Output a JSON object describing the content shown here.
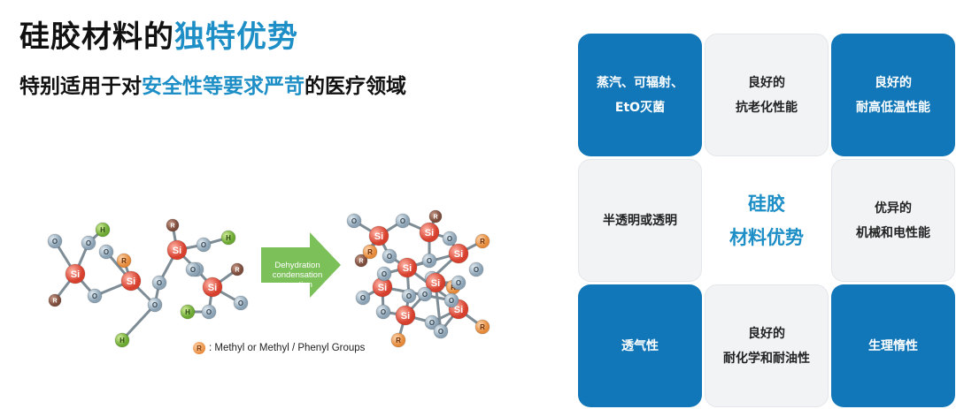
{
  "header": {
    "title_main": "硅胶材料的",
    "title_accent": "独特优势",
    "subtitle_pre": "特别适用于对",
    "subtitle_accent": "安全性等要求严苛",
    "subtitle_post": "的医疗领域"
  },
  "diagram": {
    "arrow_text": [
      "Dehydration",
      "condensation",
      "reaction"
    ],
    "legend_symbol": "R",
    "legend_text": ": Methyl or Methyl / Phenyl Groups",
    "atom_labels": {
      "silicon": "Si",
      "hydrogen": "H",
      "oxygen": "O",
      "r_group": "R"
    }
  },
  "advantages": {
    "cells": [
      {
        "lines": [
          "蒸汽、可辐射、",
          "EtO灭菌"
        ],
        "style": "blue"
      },
      {
        "lines": [
          "良好的",
          "抗老化性能"
        ],
        "style": "light"
      },
      {
        "lines": [
          "良好的",
          "耐高低温性能"
        ],
        "style": "blue"
      },
      {
        "lines": [
          "半透明或透明"
        ],
        "style": "light"
      },
      {
        "lines": [
          "硅胶",
          "材料优势"
        ],
        "style": "center"
      },
      {
        "lines": [
          "优异的",
          "机械和电性能"
        ],
        "style": "light"
      },
      {
        "lines": [
          "透气性"
        ],
        "style": "blue"
      },
      {
        "lines": [
          "良好的",
          "耐化学和耐油性"
        ],
        "style": "light"
      },
      {
        "lines": [
          "生理惰性"
        ],
        "style": "blue"
      }
    ]
  },
  "colors": {
    "accent": "#1e8fc6",
    "blue_cell": "#1277b8",
    "light_cell": "#f2f3f5",
    "arrow": "#7cc05a"
  }
}
